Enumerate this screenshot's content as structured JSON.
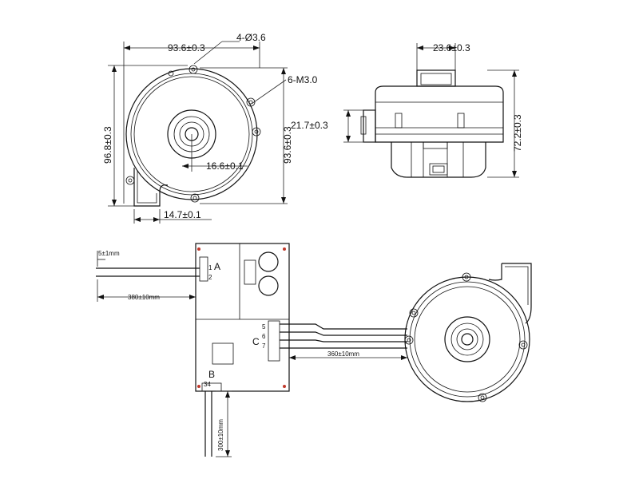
{
  "dimensions": {
    "top_width": "93.6±0.3",
    "holes": "4-Ø3.6",
    "threads": "6-M3.0",
    "left_height": "96.8±0.3",
    "right_height": "93.6±0.3",
    "center_offset": "16.6±0.1",
    "outlet_width": "14.7±0.1",
    "side_top": "23.6±0.3",
    "side_left": "21.7±0.3",
    "side_right": "72.2±0.3"
  },
  "wiring": {
    "spacing": "5±1mm",
    "lead_a": "380±10mm",
    "lead_c": "360±10mm",
    "lead_b": "300±10mm",
    "label_a": "A",
    "label_b": "B",
    "label_c": "C",
    "pins_a": [
      "1",
      "2"
    ],
    "pins_c": [
      "5",
      "6",
      "7"
    ],
    "pins_b": "34"
  },
  "colors": {
    "line": "#111111",
    "solder_dot": "#c0392b"
  }
}
